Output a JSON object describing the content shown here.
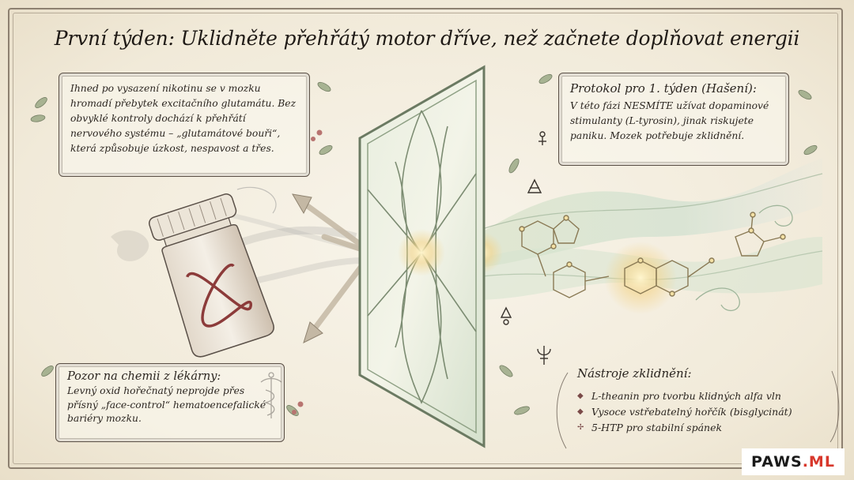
{
  "title": "První týden: Uklidněte přehřátý motor dříve, než začnete doplňovat energii",
  "intro": {
    "text": "Ihned po vysazení nikotinu se v mozku hromadí přebytek excitačního glutamátu. Bez obvyklé kontroly dochází k přehřátí nervového systému – „glutamátové bouři“, která způsobuje úzkost, nespavost a třes."
  },
  "protocol": {
    "heading": "Protokol pro 1. týden (Hašení):",
    "text": "V této fázi NESMÍTE užívat dopaminové stimulanty (L-tyrosin), jinak riskujete paniku. Mozek potřebuje zklidnění."
  },
  "pozor": {
    "heading": "Pozor na chemii z lékárny:",
    "text": "Levný oxid hořečnatý neprojde přes přísný „face-control“ hematoencefalické bariéry mozku."
  },
  "tools": {
    "heading": "Nástroje zklidnění:",
    "items": [
      {
        "bullet": "◆",
        "label": "L-theanin pro tvorbu klidných alfa vln"
      },
      {
        "bullet": "◆",
        "label": "Vysoce vstřebatelný hořčík (bisglycinát)"
      },
      {
        "bullet": "✢",
        "label": "5-HTP pro stabilní spánek"
      }
    ]
  },
  "logo": {
    "part1": "PAWS",
    "part2": ".ML"
  },
  "colors": {
    "ink": "#2b2520",
    "paper": "#f4efe3",
    "glass": "#dfe8d6",
    "accent_red": "#d8382c",
    "leaf": "#7c8f6a",
    "glow": "#f3d48a"
  }
}
